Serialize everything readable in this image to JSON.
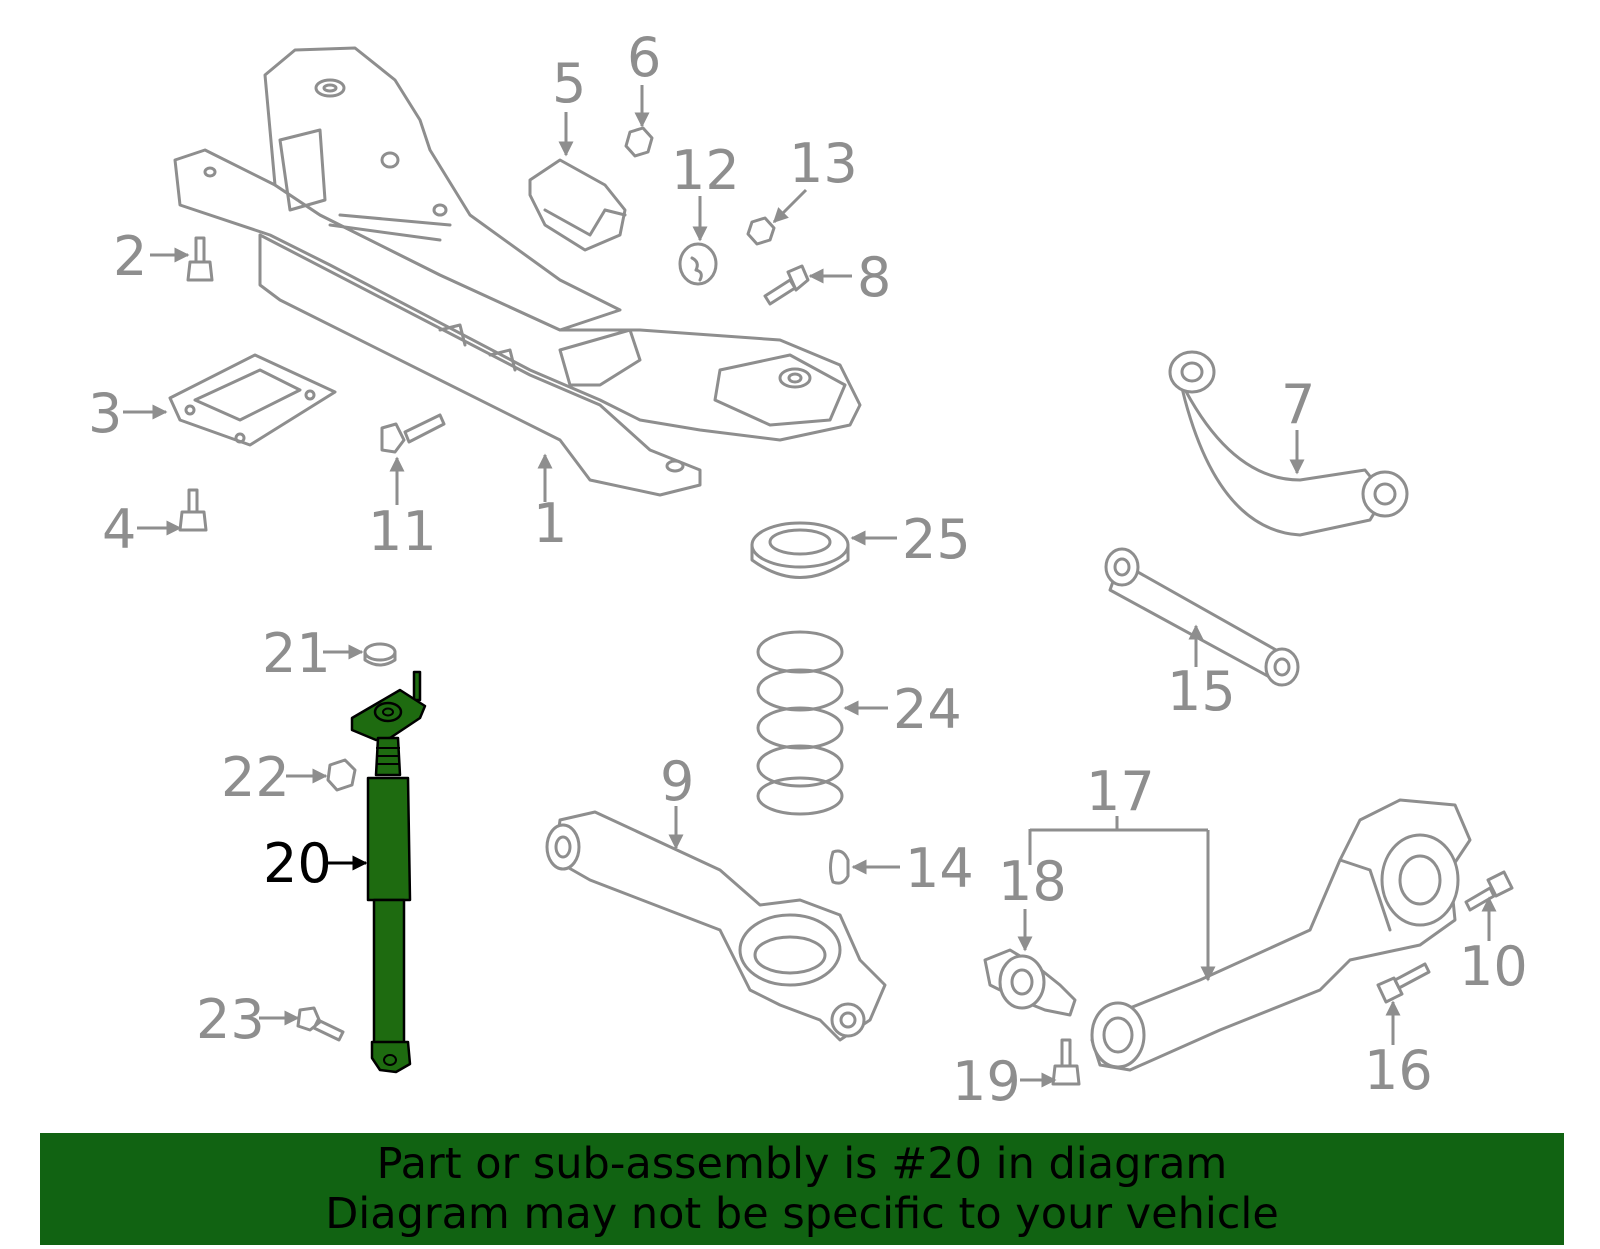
{
  "callouts": {
    "c1": "1",
    "c2": "2",
    "c3": "3",
    "c4": "4",
    "c5": "5",
    "c6": "6",
    "c7": "7",
    "c8": "8",
    "c9": "9",
    "c10": "10",
    "c11": "11",
    "c12": "12",
    "c13": "13",
    "c14": "14",
    "c15": "15",
    "c16": "16",
    "c17": "17",
    "c18": "18",
    "c19": "19",
    "c20": "20",
    "c21": "21",
    "c22": "22",
    "c23": "23",
    "c24": "24",
    "c25": "25"
  },
  "highlighted_part": "20",
  "colors": {
    "line": "#8e8e8e",
    "highlight_fill": "#1e6b10",
    "caption_bg": "#116312",
    "caption_text": "#000000"
  },
  "caption": {
    "line1": "Part or sub-assembly is #20 in diagram",
    "line2": "Diagram may not be specific to your vehicle"
  }
}
